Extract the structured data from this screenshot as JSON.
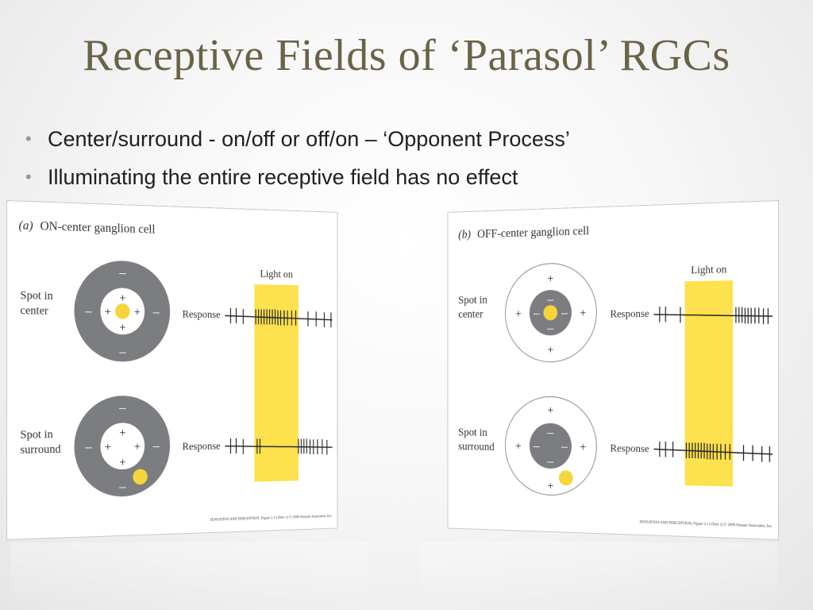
{
  "slide": {
    "title": "Receptive Fields of ‘Parasol’ RGCs",
    "bullets": [
      "Center/surround - on/off or off/on – ‘Opponent Process’",
      "Illuminating the entire receptive field has no effect"
    ]
  },
  "figures": [
    {
      "panel": "(a)",
      "title": "ON-center ganglion cell",
      "light_label": "Light on",
      "rows": [
        {
          "label_line1": "Spot in",
          "label_line2": "center",
          "response_label": "Response"
        },
        {
          "label_line1": "Spot in",
          "label_line2": "surround",
          "response_label": "Response"
        }
      ],
      "credit": "SENSATION AND PERCEPTION, Figure 2.13 (Part 1) © 2006 Sinauer Associates, Inc."
    },
    {
      "panel": "(b)",
      "title": "OFF-center ganglion cell",
      "light_label": "Light on",
      "rows": [
        {
          "label_line1": "Spot in",
          "label_line2": "center",
          "response_label": "Response"
        },
        {
          "label_line1": "Spot in",
          "label_line2": "surround",
          "response_label": "Response"
        }
      ],
      "credit": "SENSATION AND PERCEPTION, Figure 2.13 (Part 2) © 2006 Sinauer Associates, Inc."
    }
  ],
  "symbols": {
    "plus": "+",
    "minus": "–"
  },
  "colors": {
    "title": "#6b6347",
    "light": "#fde14e",
    "spot": "#f6d53c",
    "surround_gray": "#7b7d80"
  }
}
